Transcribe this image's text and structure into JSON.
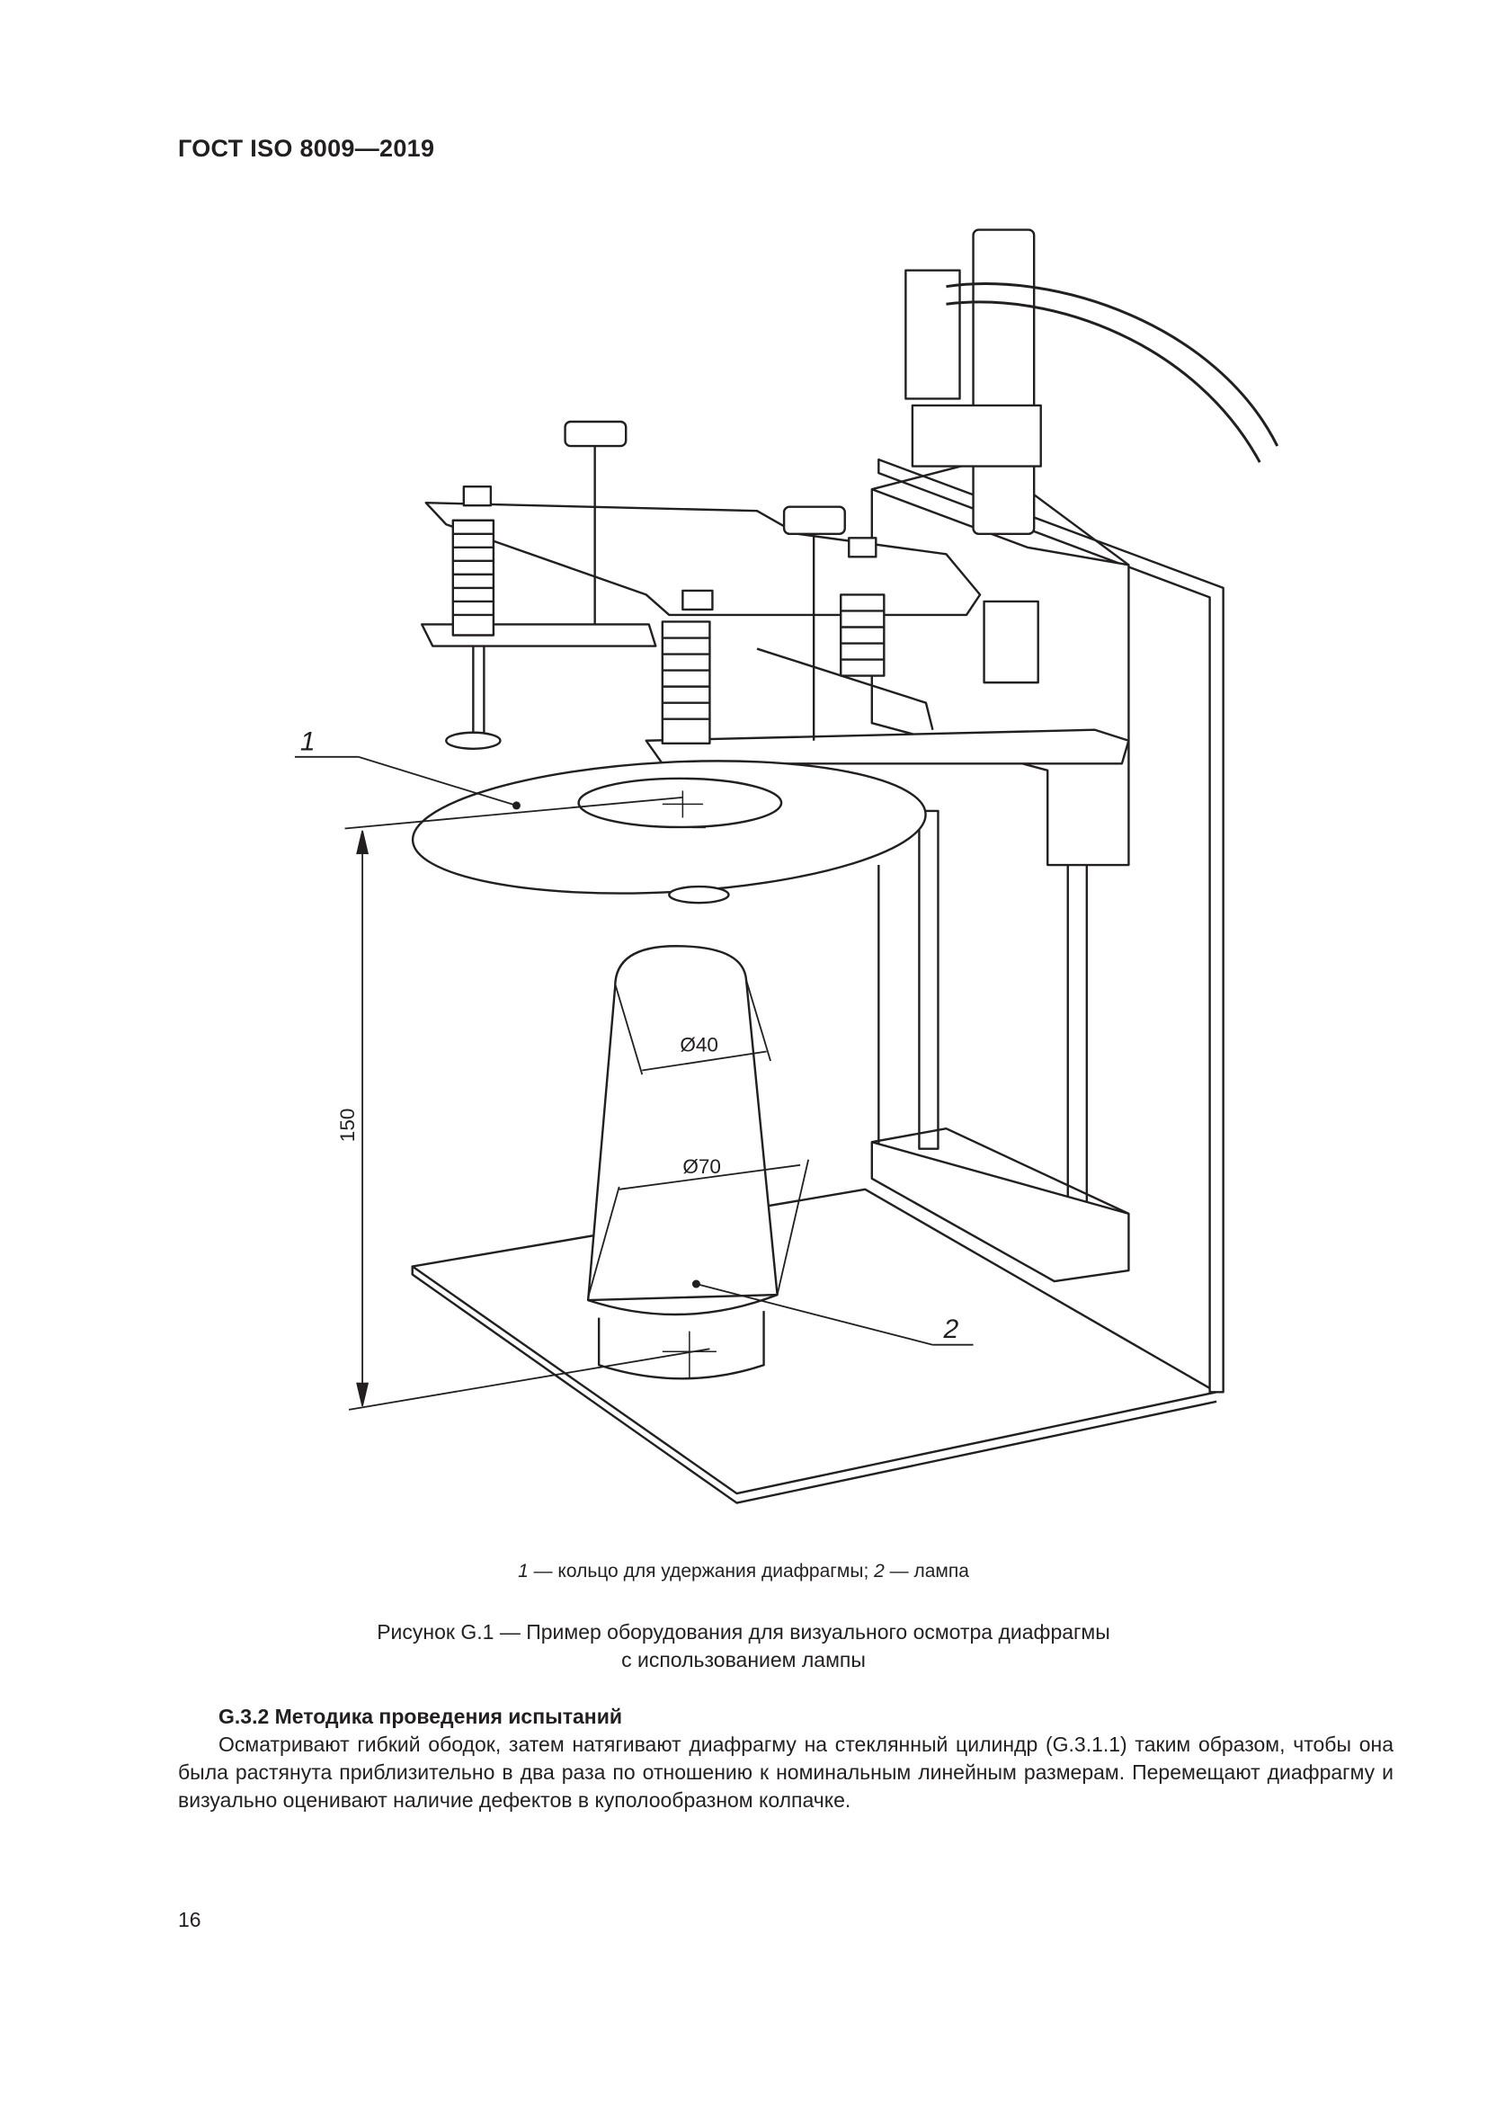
{
  "header": {
    "standard": "ГОСТ ISO 8009—2019"
  },
  "figure": {
    "labels": {
      "ring": "1",
      "lamp": "2"
    },
    "dimensions": {
      "height": "150",
      "top_diameter": "Ø40",
      "bottom_diameter": "Ø70"
    },
    "legend": {
      "n1": "1",
      "t1": " — кольцо для удержания диафрагмы; ",
      "n2": "2",
      "t2": " — лампа"
    },
    "caption_line1": "Рисунок G.1 — Пример оборудования для визуального осмотра диафрагмы",
    "caption_line2": "с использованием лампы"
  },
  "section": {
    "heading": "G.3.2 Методика проведения испытаний",
    "body": "Осматривают гибкий ободок, затем натягивают диафрагму на стеклянный цилиндр (G.3.1.1) таким образом, чтобы она была растянута приблизительно в два раза по отношению к номинальным линейным размерам. Перемещают диафрагму и визуально оценивают наличие дефектов в куполообразном колпачке."
  },
  "page_number": "16"
}
